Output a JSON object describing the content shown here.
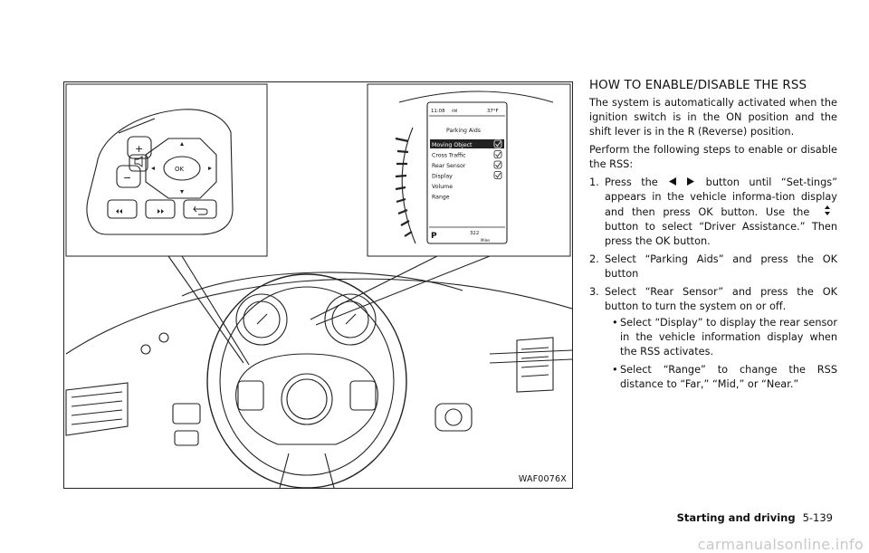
{
  "figure": {
    "caption": "WAF0076X",
    "display": {
      "time": "11:08",
      "time_suffix": "AM",
      "temp": "37°F",
      "menu_title": "Parking Aids",
      "items": [
        {
          "label": "Moving Object",
          "checked": true,
          "selected": true
        },
        {
          "label": "Cross Traffic",
          "checked": true,
          "selected": false
        },
        {
          "label": "Rear Sensor",
          "checked": true,
          "selected": false
        },
        {
          "label": "Display",
          "checked": true,
          "selected": false
        },
        {
          "label": "Volume",
          "checked": false,
          "selected": false
        },
        {
          "label": "Range",
          "checked": false,
          "selected": false
        }
      ],
      "gear": "P",
      "range": "322",
      "range_unit": "Miles"
    },
    "switch_panel": {
      "ok_label": "OK",
      "plus_label": "+",
      "minus_label": "−"
    }
  },
  "section": {
    "title": "HOW TO ENABLE/DISABLE THE RSS",
    "intro": "The system is automatically activated when the ignition switch is in the ON position and the shift lever is in the R (Reverse) position.",
    "lead": "Perform the following steps to enable or disable the RSS:",
    "steps": [
      {
        "num": "1.",
        "part1": "Press the",
        "part2": "button until “Set-tings” appears in the vehicle informa-tion display and then press OK button. Use the",
        "part3": "button to select “Driver Assistance.” Then press the OK button."
      },
      {
        "num": "2.",
        "text": "Select “Parking Aids” and press the OK button"
      },
      {
        "num": "3.",
        "text": "Select “Rear Sensor” and press the OK button to turn the system on or off.",
        "bullets": [
          "Select “Display” to display the rear sensor in the vehicle information display when the RSS activates.",
          "Select “Range” to change the RSS distance to “Far,” “Mid,” or “Near.”"
        ]
      }
    ]
  },
  "footer": {
    "section": "Starting and driving",
    "page": "5-139"
  },
  "watermark": "carmanualsonline.info"
}
